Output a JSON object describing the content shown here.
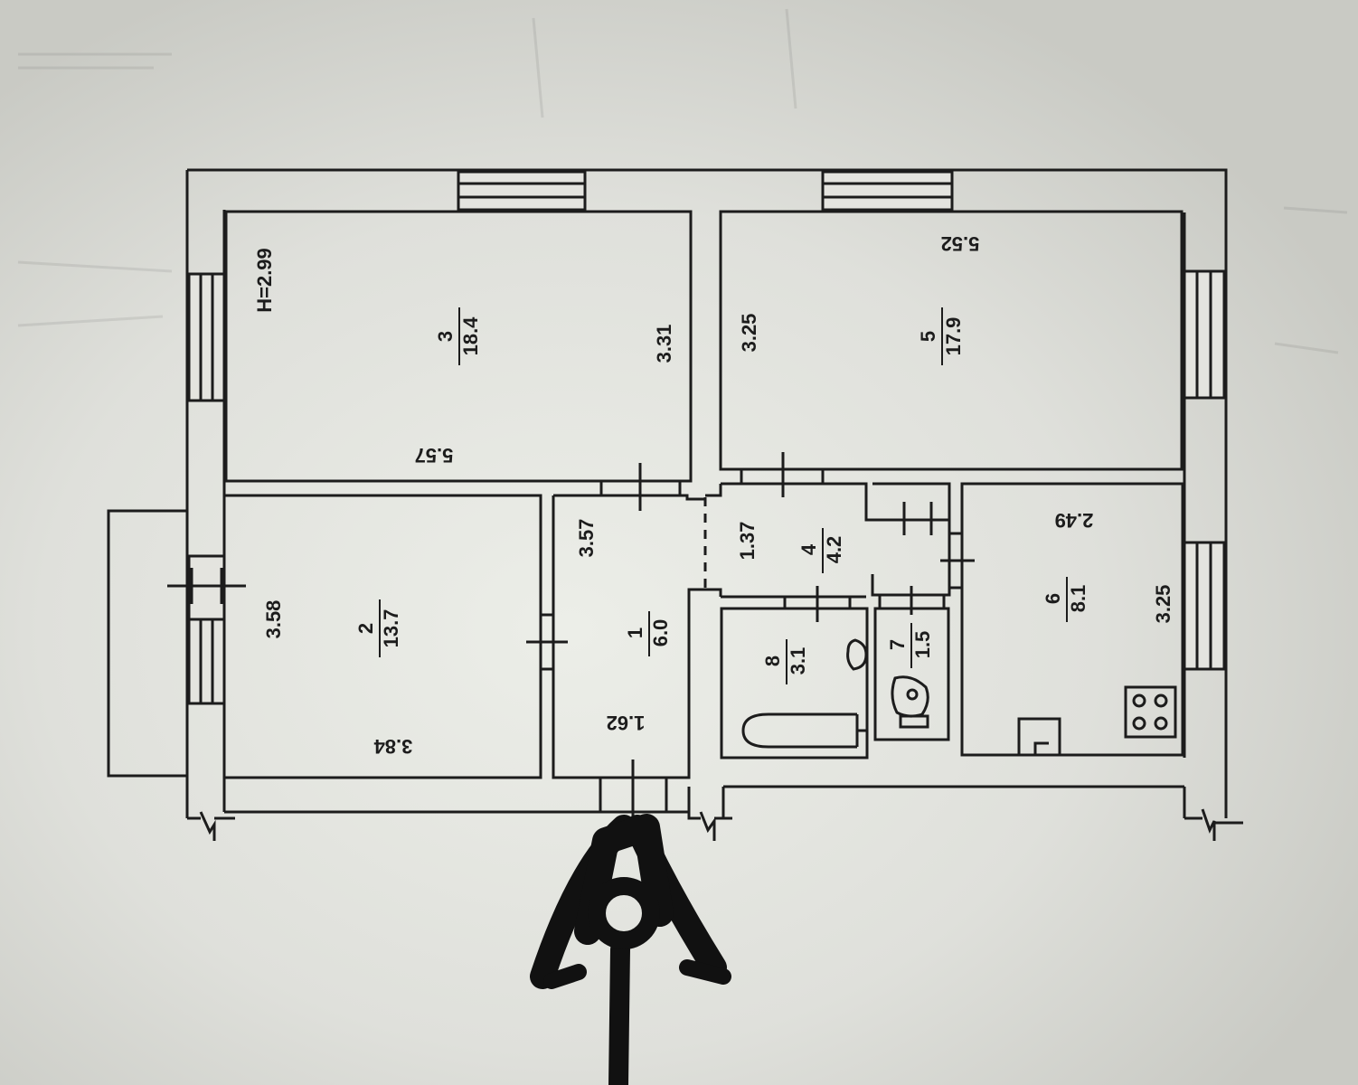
{
  "plan": {
    "height_label": "H=2.99",
    "rooms": [
      {
        "id": "room-1",
        "number": "1",
        "area": "6.0",
        "dims": [
          "3.57",
          "1.62"
        ]
      },
      {
        "id": "room-2",
        "number": "2",
        "area": "13.7",
        "dims": [
          "3.58",
          "3.84"
        ]
      },
      {
        "id": "room-3",
        "number": "3",
        "area": "18.4",
        "dims": [
          "3.31",
          "5.57"
        ]
      },
      {
        "id": "room-4",
        "number": "4",
        "area": "4.2",
        "dims": [
          "1.37"
        ]
      },
      {
        "id": "room-5",
        "number": "5",
        "area": "17.9",
        "dims": [
          "3.25",
          "5.52"
        ]
      },
      {
        "id": "room-6",
        "number": "6",
        "area": "8.1",
        "dims": [
          "3.25",
          "2.49"
        ]
      },
      {
        "id": "room-7",
        "number": "7",
        "area": "1.5",
        "dims": []
      },
      {
        "id": "room-8",
        "number": "8",
        "area": "3.1",
        "dims": []
      }
    ]
  },
  "colors": {
    "paper": "#d8d9d4",
    "ink": "#1c1c1c",
    "wall_fill": "#e4e4df",
    "glare": "#eef0ea"
  }
}
